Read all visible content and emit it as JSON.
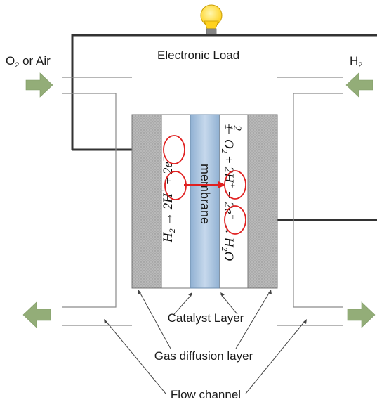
{
  "labels": {
    "left_inlet": "O",
    "left_inlet_sub": "2",
    "left_inlet_rest": " or Air",
    "right_inlet": "H",
    "right_inlet_sub": "2",
    "electronic_load": "Electronic Load",
    "membrane": "membrane",
    "catalyst_layer": "Catalyst Layer",
    "gas_diffusion_layer": "Gas diffusion layer",
    "flow_channel": "Flow channel"
  },
  "anode_equation": {
    "h2": "H",
    "h2_sub": "2",
    "arrow": "→",
    "two_h": "2H",
    "plus_sup": "+",
    "plus": "+",
    "two_e": "2e",
    "minus_sup": "−"
  },
  "cathode_equation": {
    "frac_num": "1",
    "frac_den": "2",
    "o2": "O",
    "o2_sub": "2",
    "plus": "+",
    "two_h": "2H",
    "plus_sup": "+",
    "two_e": "2e",
    "minus_sup": "−",
    "arrow": "→",
    "h2o_h": "H",
    "h2o_sub": "2",
    "h2o_o": "O"
  },
  "colors": {
    "arrow_green": "#93ad78",
    "membrane_blue": "#a9c3de",
    "gdl_gray": "#b8b8b8",
    "ring_red": "#e02020",
    "bulb_yellow": "#ffd21f"
  }
}
